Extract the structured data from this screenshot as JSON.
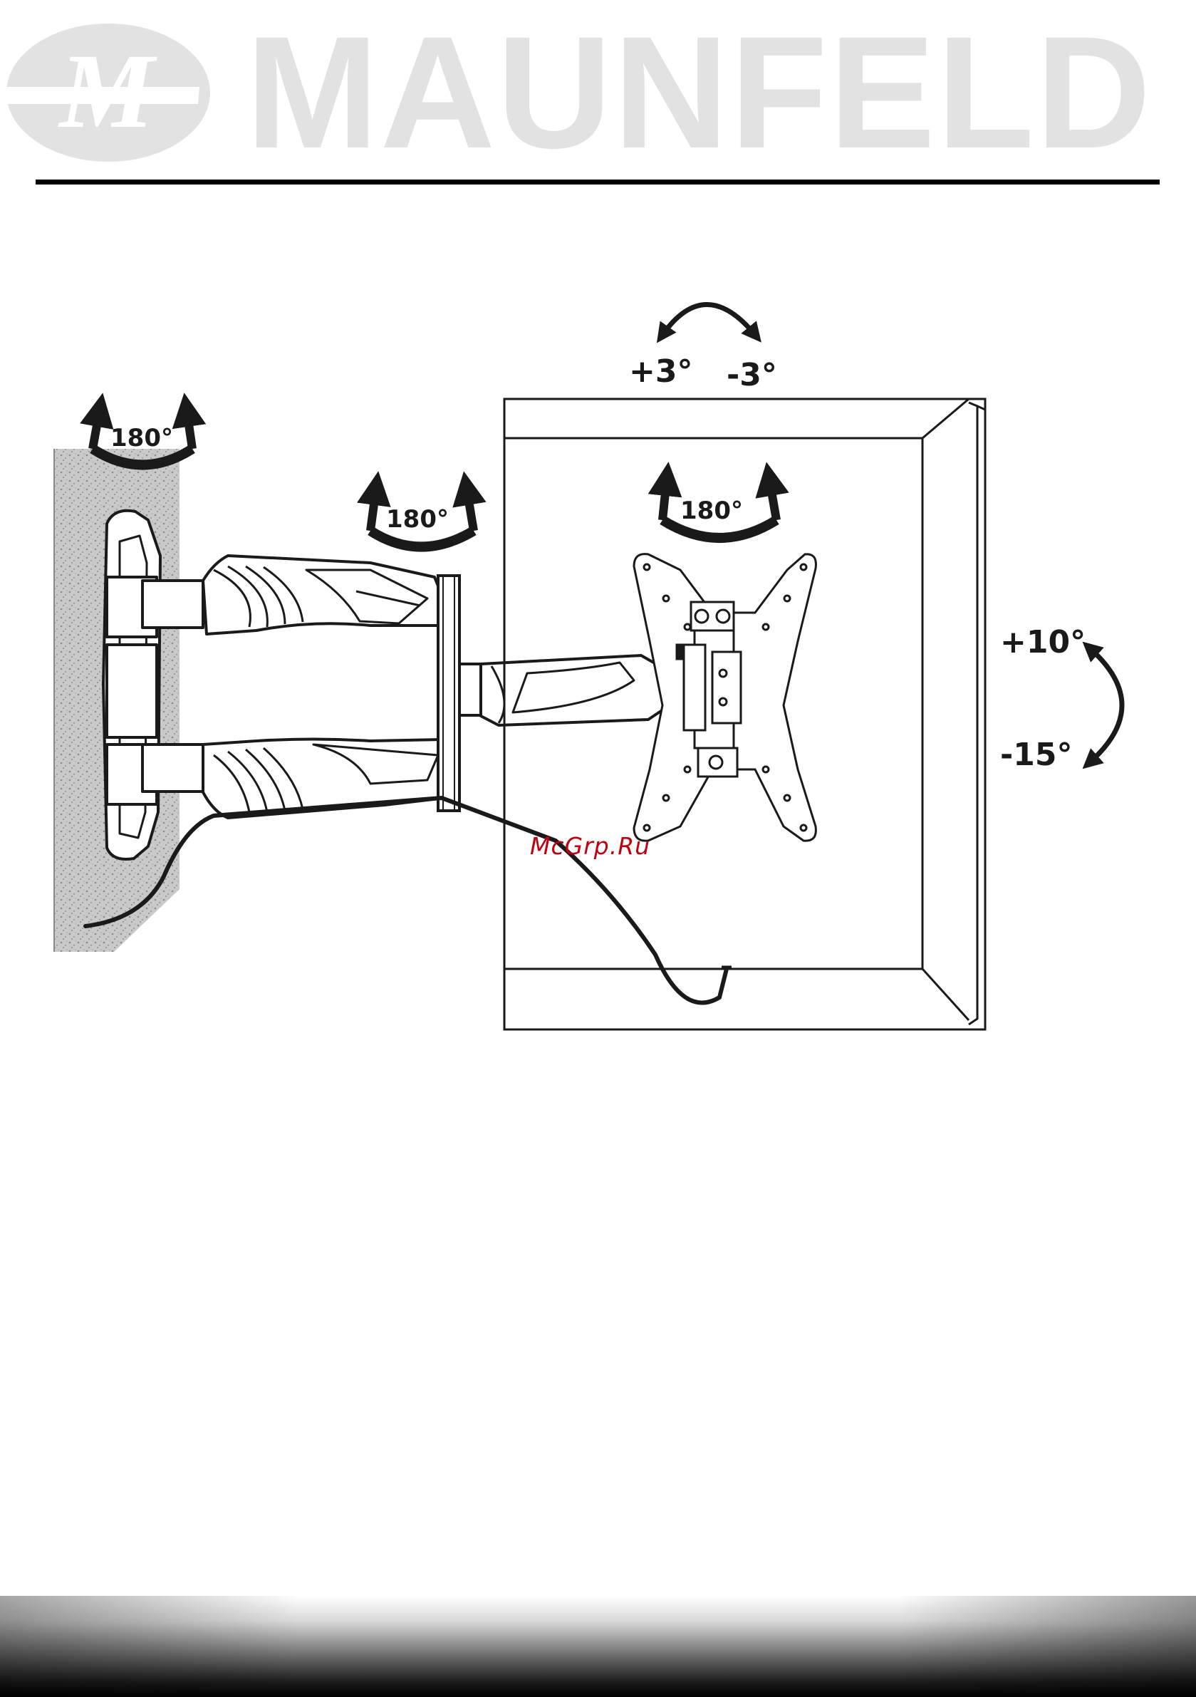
{
  "header": {
    "brand_name": "MAUNFELD",
    "logo_monogram": "M"
  },
  "diagram": {
    "wall_swivel": "180°",
    "arm_swivel": "180°",
    "plate_rotation": "180°",
    "level_plus": "+3°",
    "level_minus": "-3°",
    "tilt_up": "+10°",
    "tilt_down": "-15°"
  },
  "watermark": "McGrp.Ru",
  "colors": {
    "logo_grey": "#e2e2e2",
    "ink": "#1a1a1a",
    "wall_texture": "#bdbdbd",
    "watermark_red": "#c4000e"
  },
  "icons": {
    "swivel_arrow": "curved-double-arrow-icon",
    "tilt_arrow": "curved-double-arrow-icon"
  }
}
